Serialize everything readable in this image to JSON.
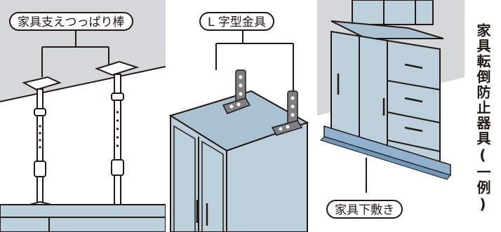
{
  "labels": {
    "tension_rod": "家具支えつっぱり棒",
    "l_bracket": "L 字型金具",
    "furniture_mat": "家具下敷き"
  },
  "caption": "家具転倒防止器具(一例)",
  "colors": {
    "ceiling_gray": "#d6d7d8",
    "furniture_blue": "#bcd0dc",
    "furniture_top": "#a9c2d2",
    "mat_blue": "#8fb1cd",
    "bracket_gray": "#7f8082",
    "outline": "#231815"
  }
}
